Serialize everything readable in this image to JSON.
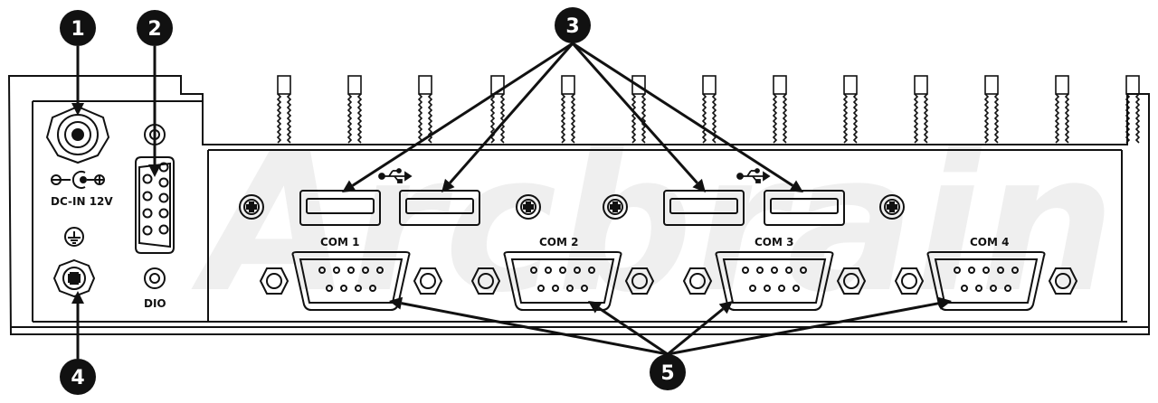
{
  "watermark": "Arcbrain",
  "callouts": [
    {
      "id": "c1",
      "number": "1"
    },
    {
      "id": "c2",
      "number": "2"
    },
    {
      "id": "c3",
      "number": "3"
    },
    {
      "id": "c4",
      "number": "4"
    },
    {
      "id": "c5",
      "number": "5"
    }
  ],
  "labels": {
    "dc_in": "DC-IN 12V",
    "dio": "DIO",
    "com1": "COM 1",
    "com2": "COM 2",
    "com3": "COM 3",
    "com4": "COM 4"
  },
  "icons": {
    "dc_polarity": "dc-polarity-icon",
    "ground": "ground-icon",
    "usb": "usb-icon",
    "screw": "screw-icon"
  },
  "colors": {
    "line": "#111111",
    "background": "#ffffff",
    "callout_fill": "#111111",
    "callout_text": "#ffffff"
  }
}
